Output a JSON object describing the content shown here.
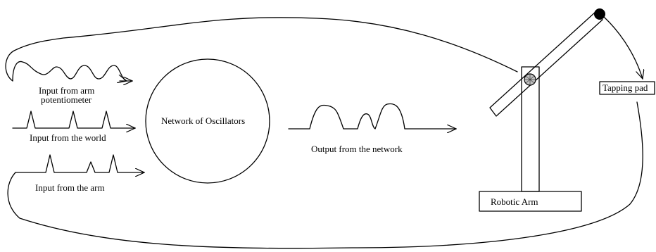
{
  "diagram": {
    "inputs": {
      "arm_potentiometer_line1": "Input from arm",
      "arm_potentiometer_line2": "potentiometer",
      "world": "Input from the world",
      "arm": "Input from the arm"
    },
    "network": {
      "label": "Network of Oscillators"
    },
    "output": {
      "label": "Output from the network"
    },
    "robotic_arm": {
      "label": "Robotic Arm"
    },
    "tapping_pad": {
      "label": "Tapping pad"
    }
  }
}
